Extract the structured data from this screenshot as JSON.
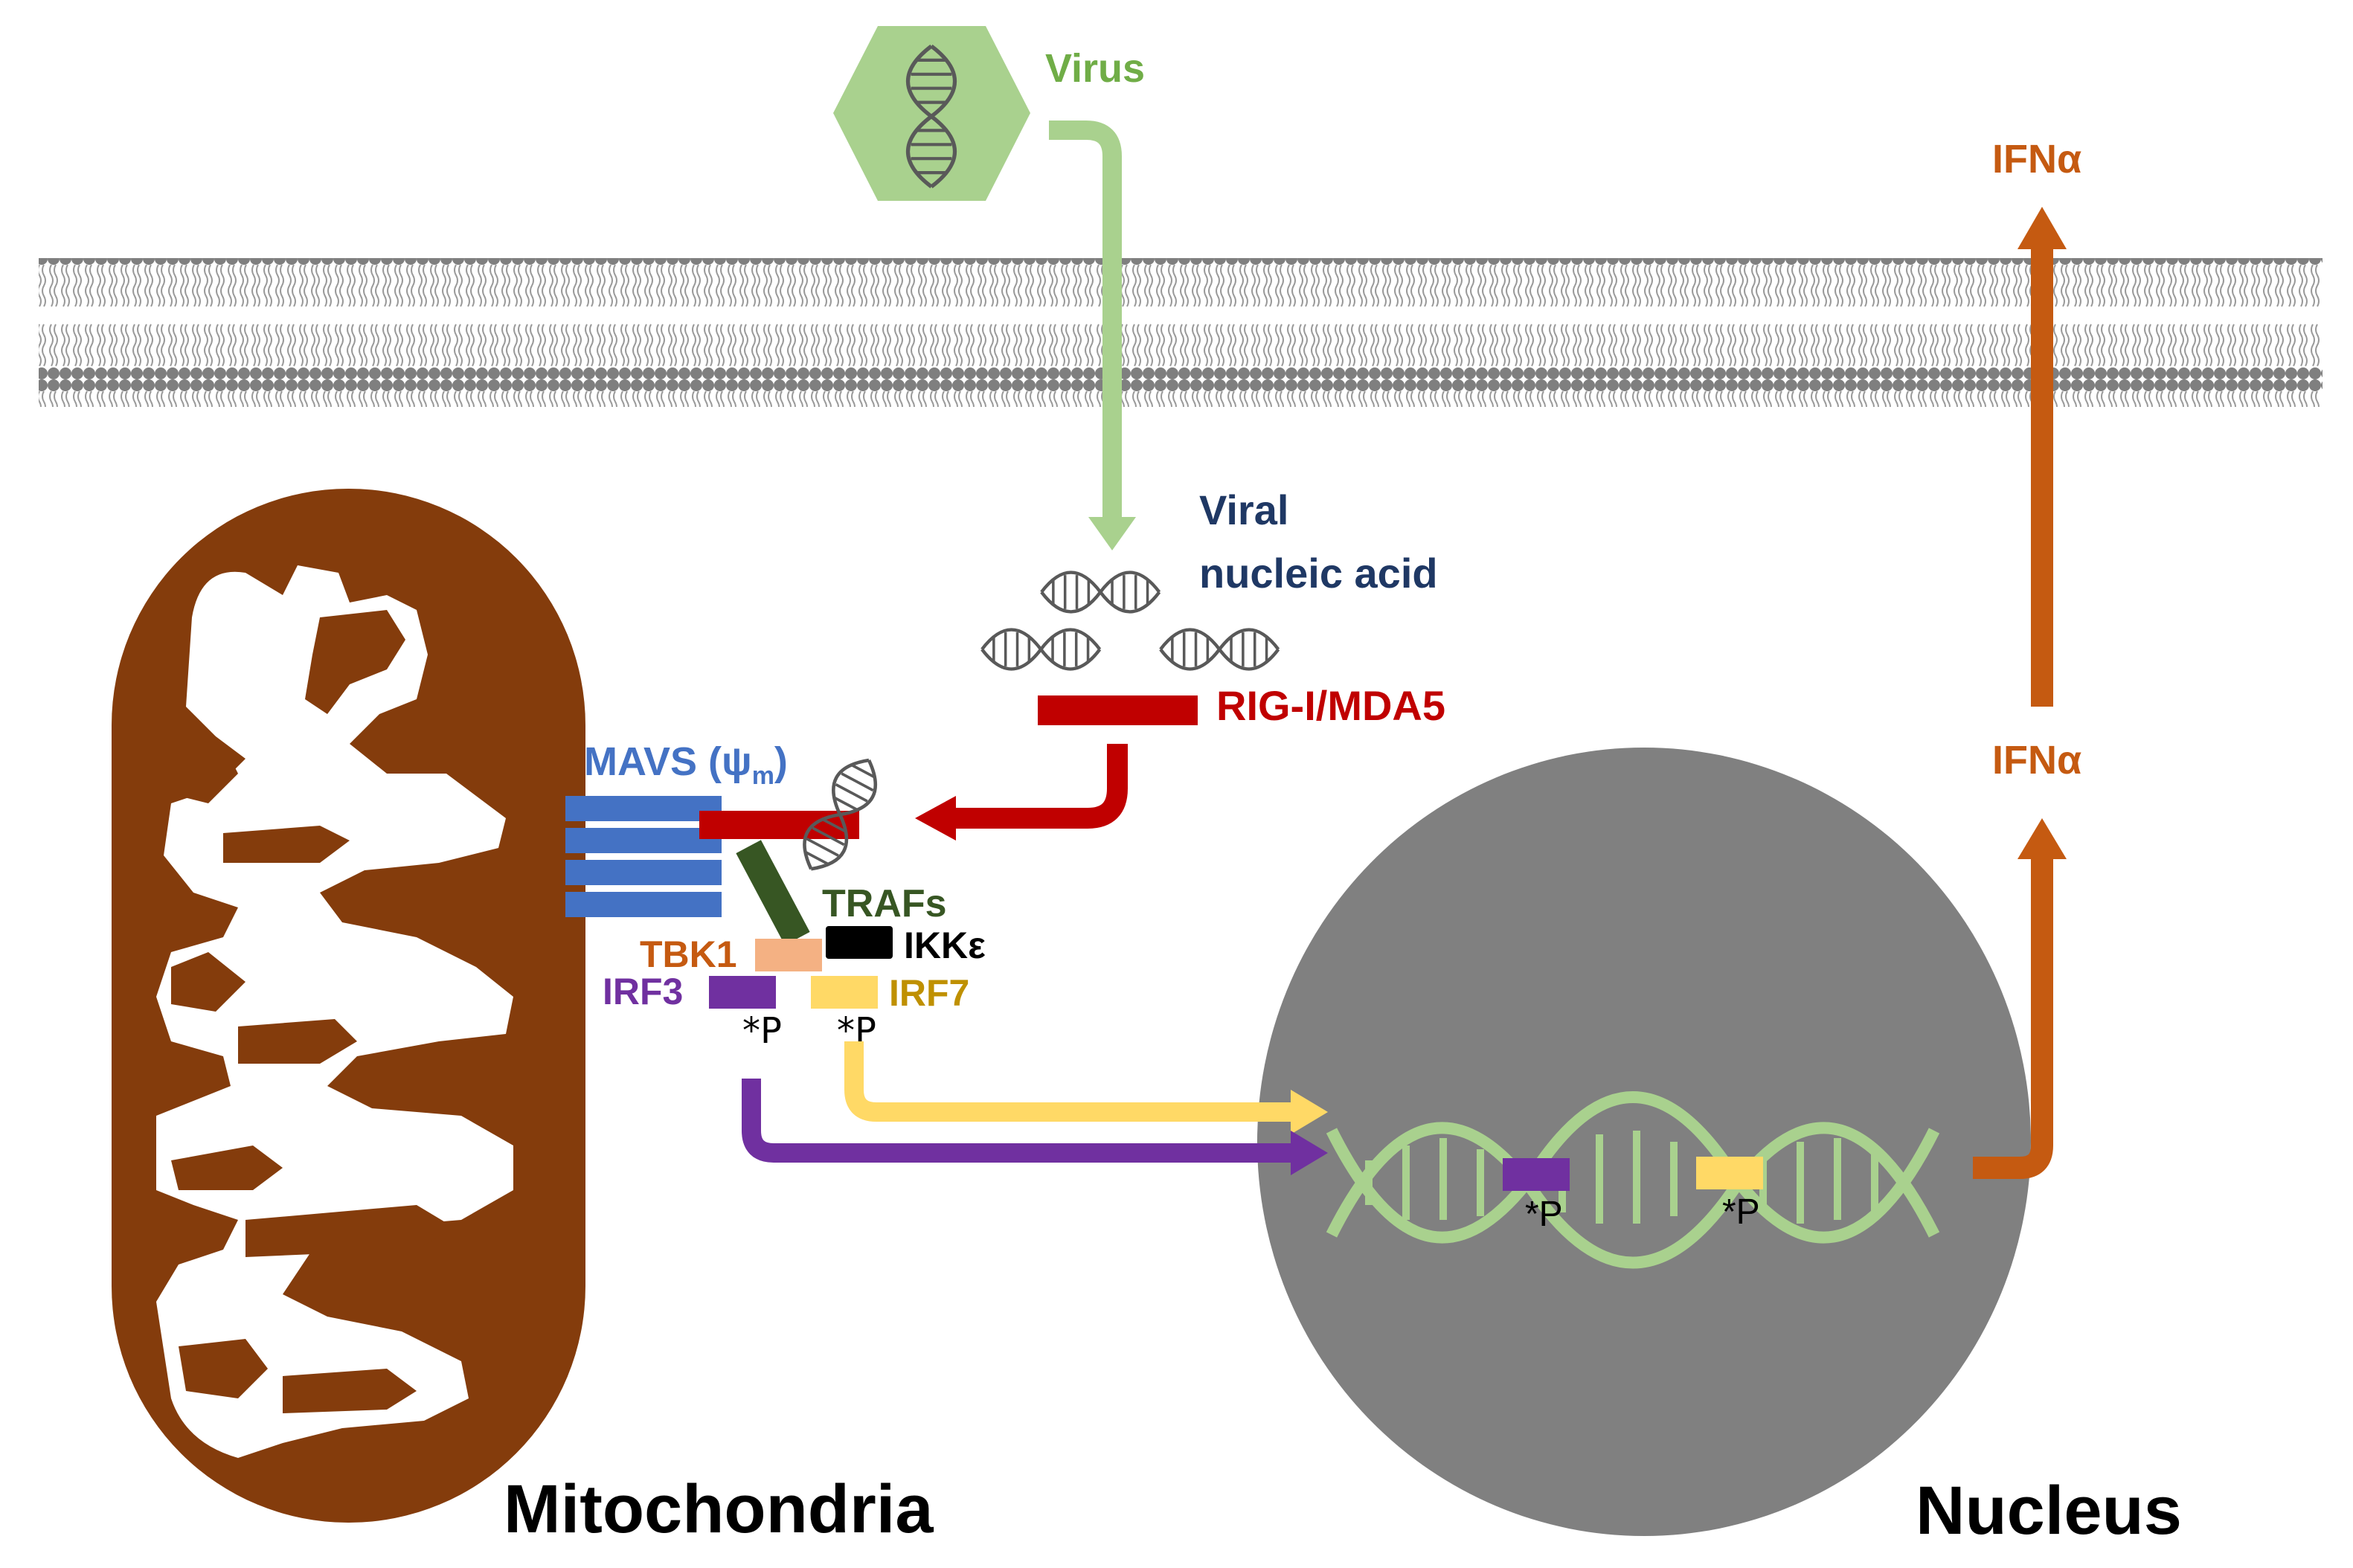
{
  "labels": {
    "virus": "Virus",
    "viral_nucleic_acid_line1": "Viral",
    "viral_nucleic_acid_line2": "nucleic acid",
    "rig_mda5": "RIG-I/MDA5",
    "mavs": "MAVS (ψ",
    "mavs_sub": "m",
    "mavs_close": ")",
    "trafs": "TRAFs",
    "tbk1": "TBK1",
    "ikke": "IKKε",
    "irf3": "IRF3",
    "irf7": "IRF7",
    "phospho": "*P",
    "ifna_top": "IFNα",
    "ifna_mid": "IFNα",
    "mitochondria": "Mitochondria",
    "nucleus": "Nucleus"
  },
  "colors": {
    "virus_green": "#70ad47",
    "virus_hex": "#a9d18e",
    "virus_arrow": "#a9d18e",
    "navy": "#1f3864",
    "rig_red": "#c00000",
    "mavs_blue": "#4472c4",
    "traf_green": "#375623",
    "tbk1_peach": "#f4b183",
    "ikke_black": "#000000",
    "irf3_purple": "#7030a0",
    "irf7_yellow": "#ffd966",
    "ifn_orange": "#c55a11",
    "mito_brown": "#843c0c",
    "nucleus_gray": "#808080",
    "membrane_gray": "#7f7f7f",
    "dna_green": "#a9d18e"
  }
}
